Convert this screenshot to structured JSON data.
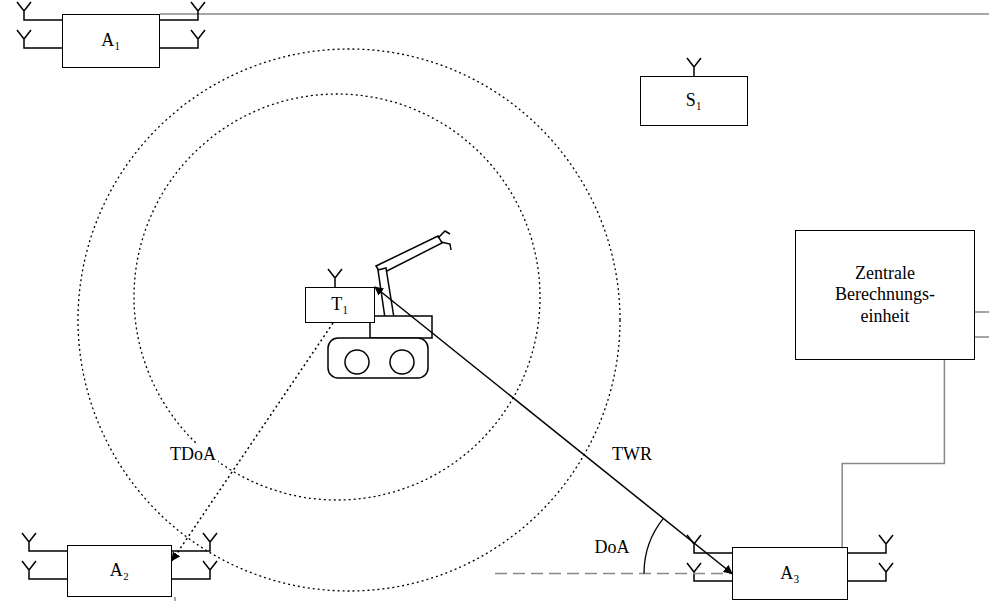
{
  "diagram": {
    "nodes": [
      {
        "text": [
          "A₁"
        ]
      },
      {
        "text": [
          "S₁"
        ]
      },
      {
        "text": [
          "T₁"
        ]
      },
      {
        "text": [
          "Zentrale Berechnungs- einheit"
        ]
      },
      {
        "text": [
          "A₂"
        ]
      },
      {
        "text": [
          "A₃"
        ]
      }
    ],
    "edges": [
      {
        "from": 2,
        "to": 4,
        "label": "TDoA",
        "arrow": "to"
      },
      {
        "from": 2,
        "to": 5,
        "label": "TWR",
        "arrow": "both"
      },
      {
        "from": 3,
        "to": 5,
        "arrow": "none"
      }
    ],
    "labels": [
      "DoA"
    ]
  }
}
